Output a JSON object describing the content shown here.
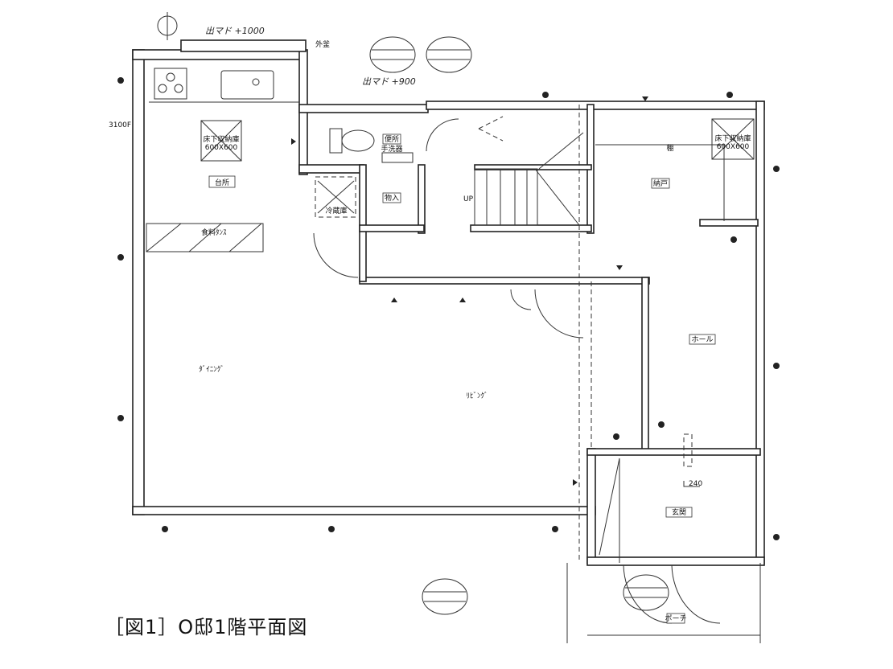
{
  "figure": {
    "caption": "［図1］O邸1階平面図",
    "rooms": {
      "kitchen": "台所",
      "toilet": "便所",
      "handwash": "手洗器",
      "storage": "物入",
      "fridge": "冷蔵庫",
      "pantry": "食料ﾀﾝｽ",
      "dining": "ﾀﾞｲﾆﾝｸﾞ",
      "living": "ﾘﾋﾞﾝｸﾞ",
      "closet": "納戸",
      "shelf": "棚",
      "hall": "ホール",
      "entrance": "玄関",
      "porch": "ポーチ",
      "stairs_up": "UP"
    },
    "underfloor_storage": {
      "label": "床下収納庫",
      "size": "600X600"
    },
    "annotations": {
      "bay_window_1": "出マド +1000",
      "bay_window_2": "出マド +900",
      "boiler": "外釜",
      "level": "3100F",
      "dimension": "240"
    }
  }
}
